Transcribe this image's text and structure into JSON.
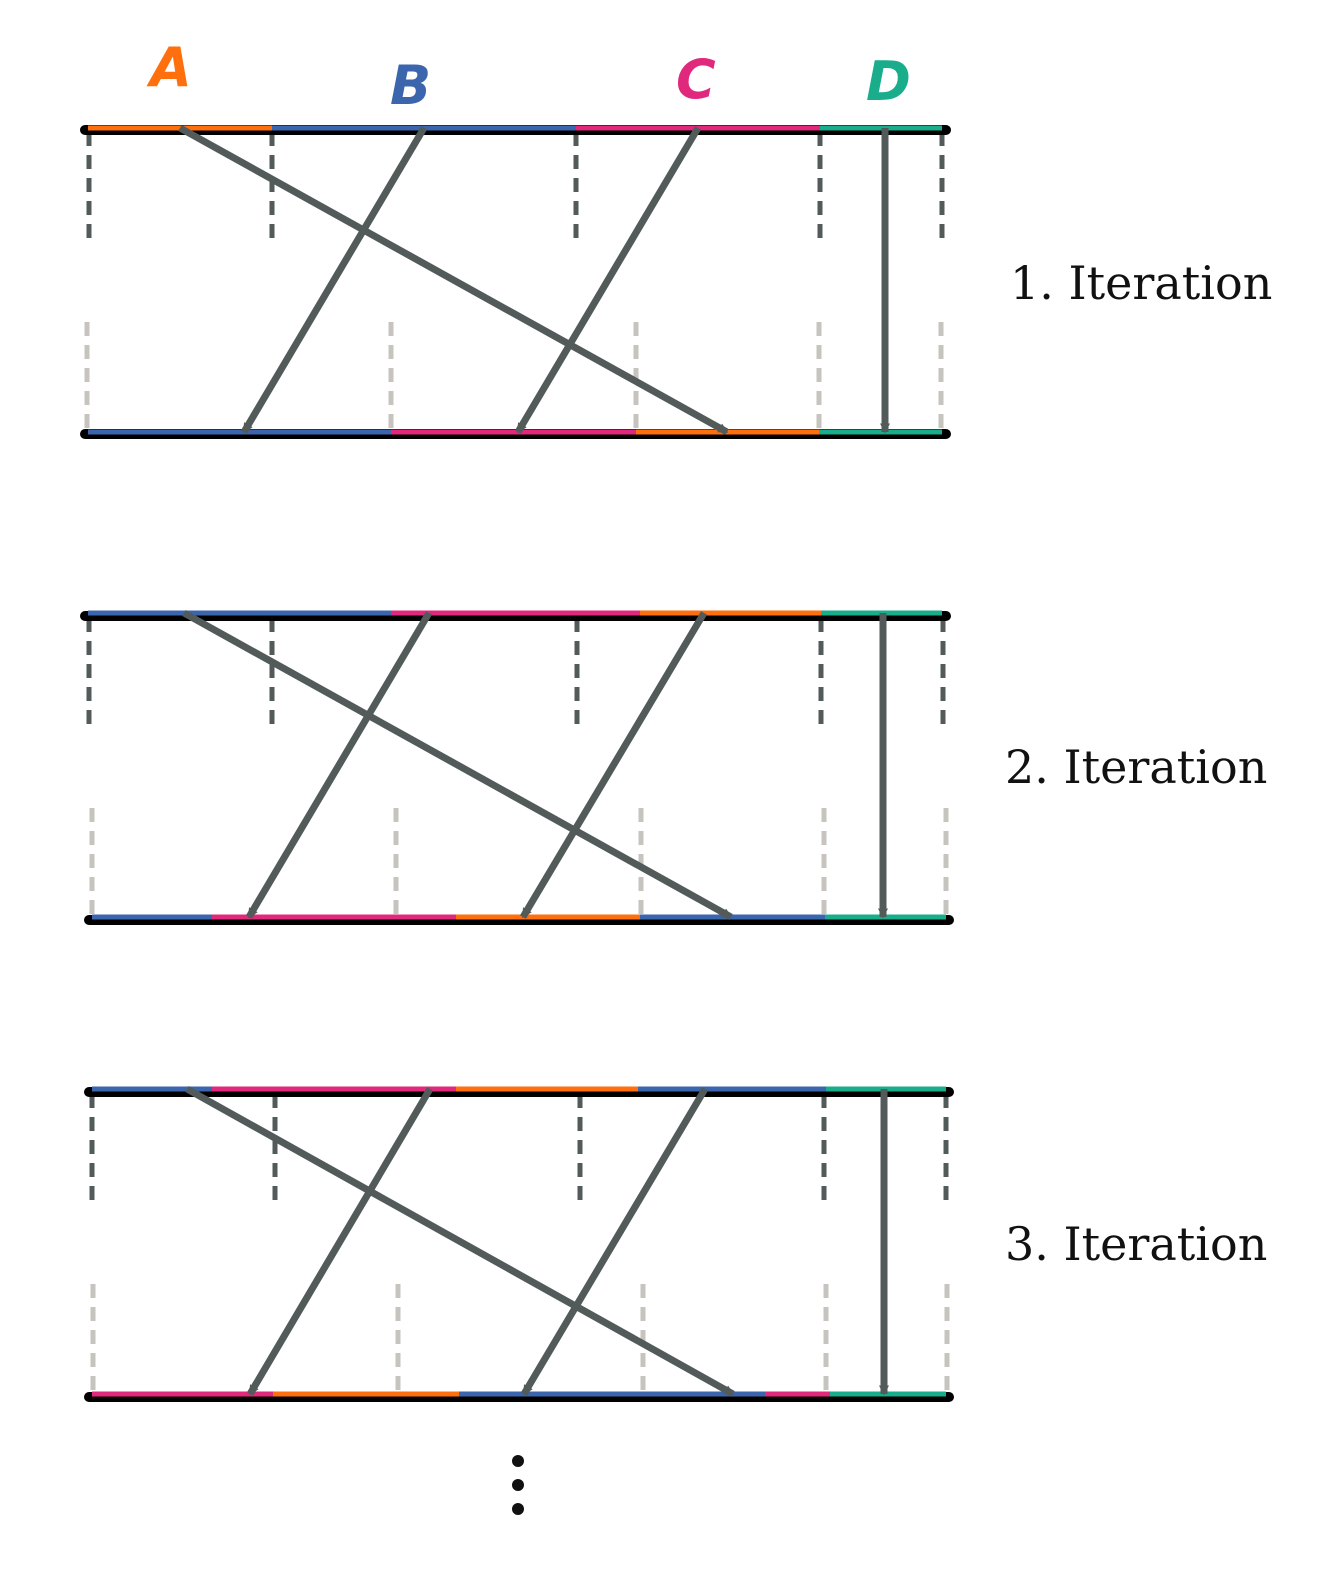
{
  "colors": {
    "A": "#ff6f0e",
    "B": "#3b66ad",
    "C": "#e0287d",
    "D": "#19ad8c",
    "arrow": "#525a5a",
    "bar": "#000000",
    "tick_dark": "#525a5a",
    "tick_light": "#c7c3be"
  },
  "segment_labels": [
    "A",
    "B",
    "C",
    "D"
  ],
  "iterations": [
    {
      "label": "1. Iteration",
      "top": [
        [
          "A",
          "B",
          "C",
          "D"
        ]
      ],
      "bottom": [
        [
          "B",
          "C",
          "A",
          "D"
        ]
      ]
    },
    {
      "label": "2. Iteration",
      "top": [
        [
          "B",
          "C",
          "A",
          "D"
        ]
      ],
      "bottom": [
        [
          "B",
          "C",
          "A",
          "B",
          "D"
        ]
      ]
    },
    {
      "label": "3. Iteration",
      "top": [
        [
          "B",
          "C",
          "A",
          "B",
          "D"
        ]
      ],
      "bottom": [
        [
          "C",
          "A",
          "B",
          "C",
          "D"
        ]
      ]
    }
  ],
  "continuation": "⋮"
}
